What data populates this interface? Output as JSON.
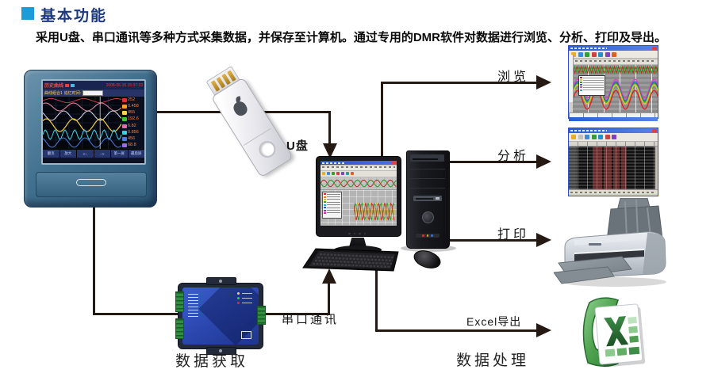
{
  "header": {
    "accent_color": "#1e9cd7",
    "title": "基本功能",
    "description": "采用U盘、串口通讯等多种方式采集数据，并保存至计算机。通过专用的DMR软件对数据进行浏览、分析、打印及导出。"
  },
  "labels": {
    "usb": "U盘",
    "serial": "串口通讯",
    "acquisition": "数据获取",
    "processing": "数据处理"
  },
  "flows": {
    "browse": "浏览",
    "analyze": "分析",
    "print": "打印",
    "excel": "Excel导出"
  },
  "recorder": {
    "screen_title": "历史曲线",
    "datetime": "2008-06-15 15:37:33",
    "group_label": "曲线组合1",
    "recall_label": "追忆时间:",
    "channels": [
      "252",
      "0.458",
      "455",
      "192.6",
      "6.82",
      "0.856",
      "456",
      "68.8"
    ],
    "buttons": [
      "翻页",
      "放大",
      "<--",
      "-->",
      "第一屏",
      "最后屏"
    ]
  },
  "colors": {
    "arrow": "#241a13",
    "title_navy": "#1d3a80",
    "recorder_bezel": "#41708f",
    "serial_blue": "#2a46ad",
    "excel_green": "#3a8a3e",
    "window_frame_blue": "#2b50c8"
  }
}
